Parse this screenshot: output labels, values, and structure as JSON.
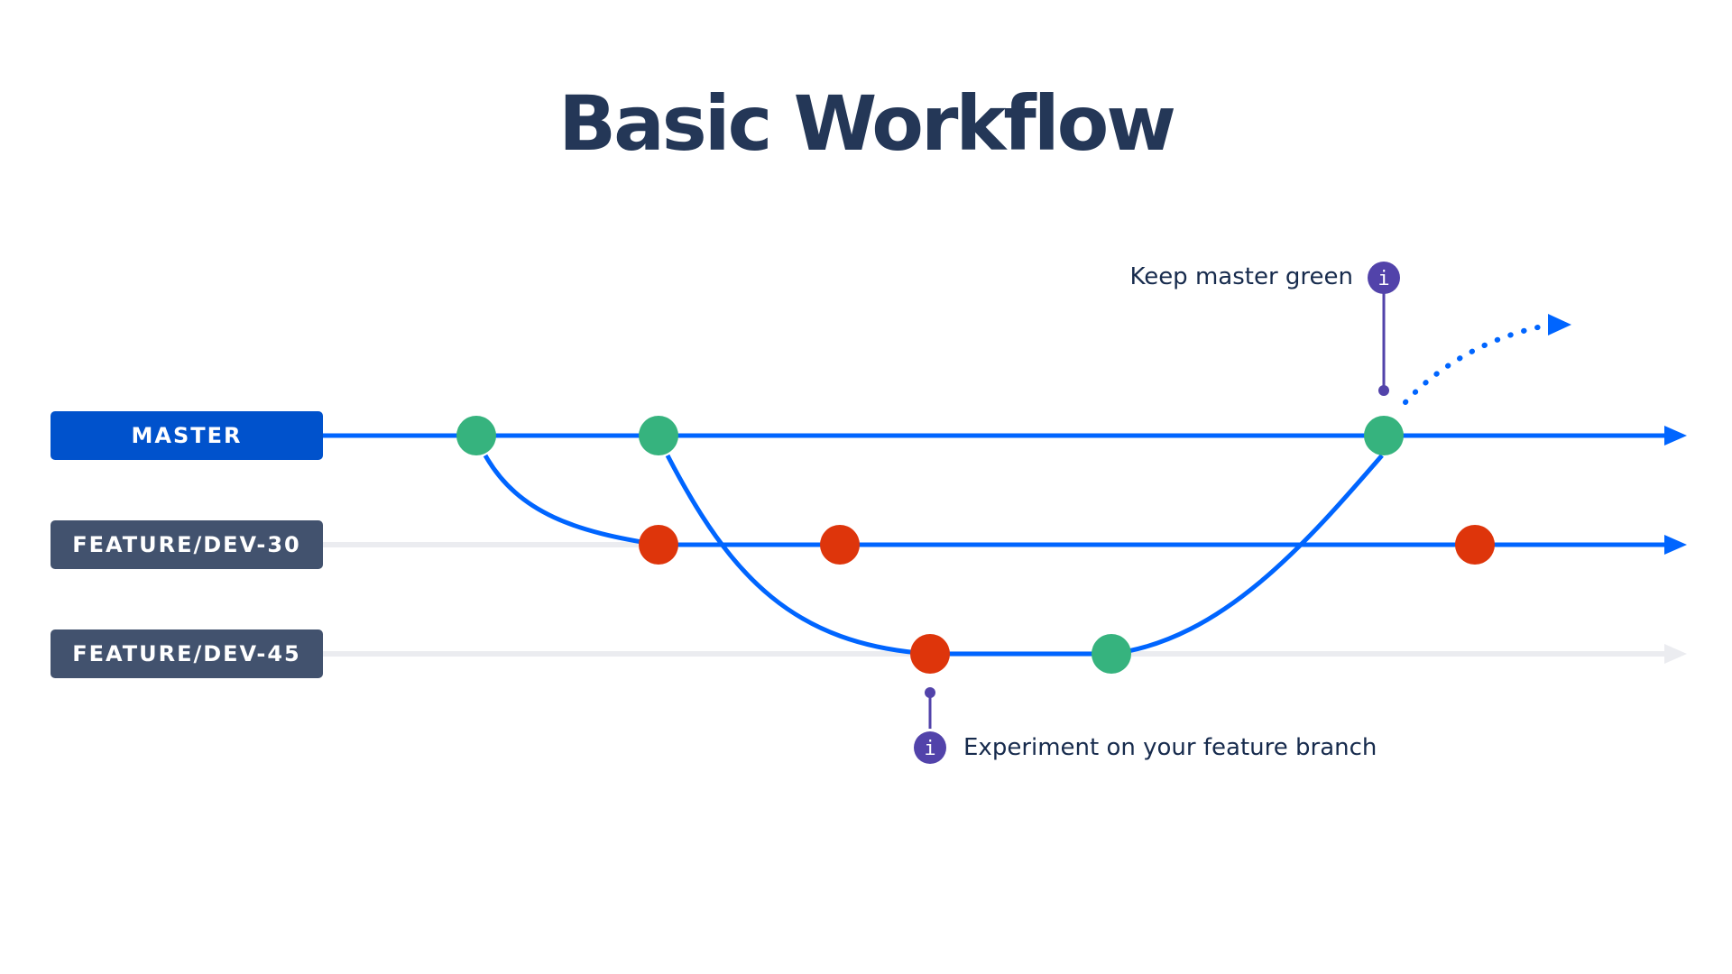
{
  "title": "Basic Workflow",
  "branches": {
    "master": "MASTER",
    "dev30": "FEATURE/DEV-30",
    "dev45": "FEATURE/DEV-45"
  },
  "annotations": {
    "keep_master_green": "Keep master green",
    "experiment": "Experiment on your feature branch",
    "info_icon": "i"
  },
  "commit_status": {
    "master": [
      "passing",
      "passing",
      "passing"
    ],
    "dev30": [
      "failing",
      "failing",
      "failing"
    ],
    "dev45": [
      "failing",
      "passing"
    ]
  },
  "colors": {
    "title": "#243757",
    "master_label": "#0052cc",
    "feature_label": "#42526e",
    "branch_line": "#0065ff",
    "inactive_line": "#ebecf0",
    "commit_passing": "#36b37e",
    "commit_failing": "#de350b",
    "info": "#5243aa",
    "text": "#172b4d"
  }
}
